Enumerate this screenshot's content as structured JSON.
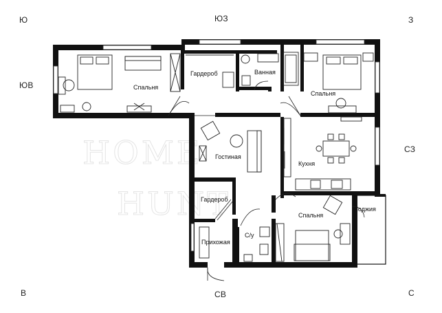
{
  "compass": {
    "s": "Ю",
    "sw": "ЮЗ",
    "w": "З",
    "se": "ЮВ",
    "nw": "СЗ",
    "e": "В",
    "ne": "СВ",
    "n": "С"
  },
  "rooms": {
    "bedroom_1": "Спальня",
    "wardrobe_1": "Гардероб",
    "bathroom": "Ванная",
    "bedroom_2": "Спальня",
    "living": "Гостиная",
    "kitchen": "Кухня",
    "wardrobe_2": "Гардероб",
    "bedroom_3": "Спальня",
    "loggia": "Лоджия",
    "hallway": "Прихожая",
    "wc": "С/у"
  },
  "watermark": {
    "line1": "HOME",
    "line2": "HUNT"
  }
}
